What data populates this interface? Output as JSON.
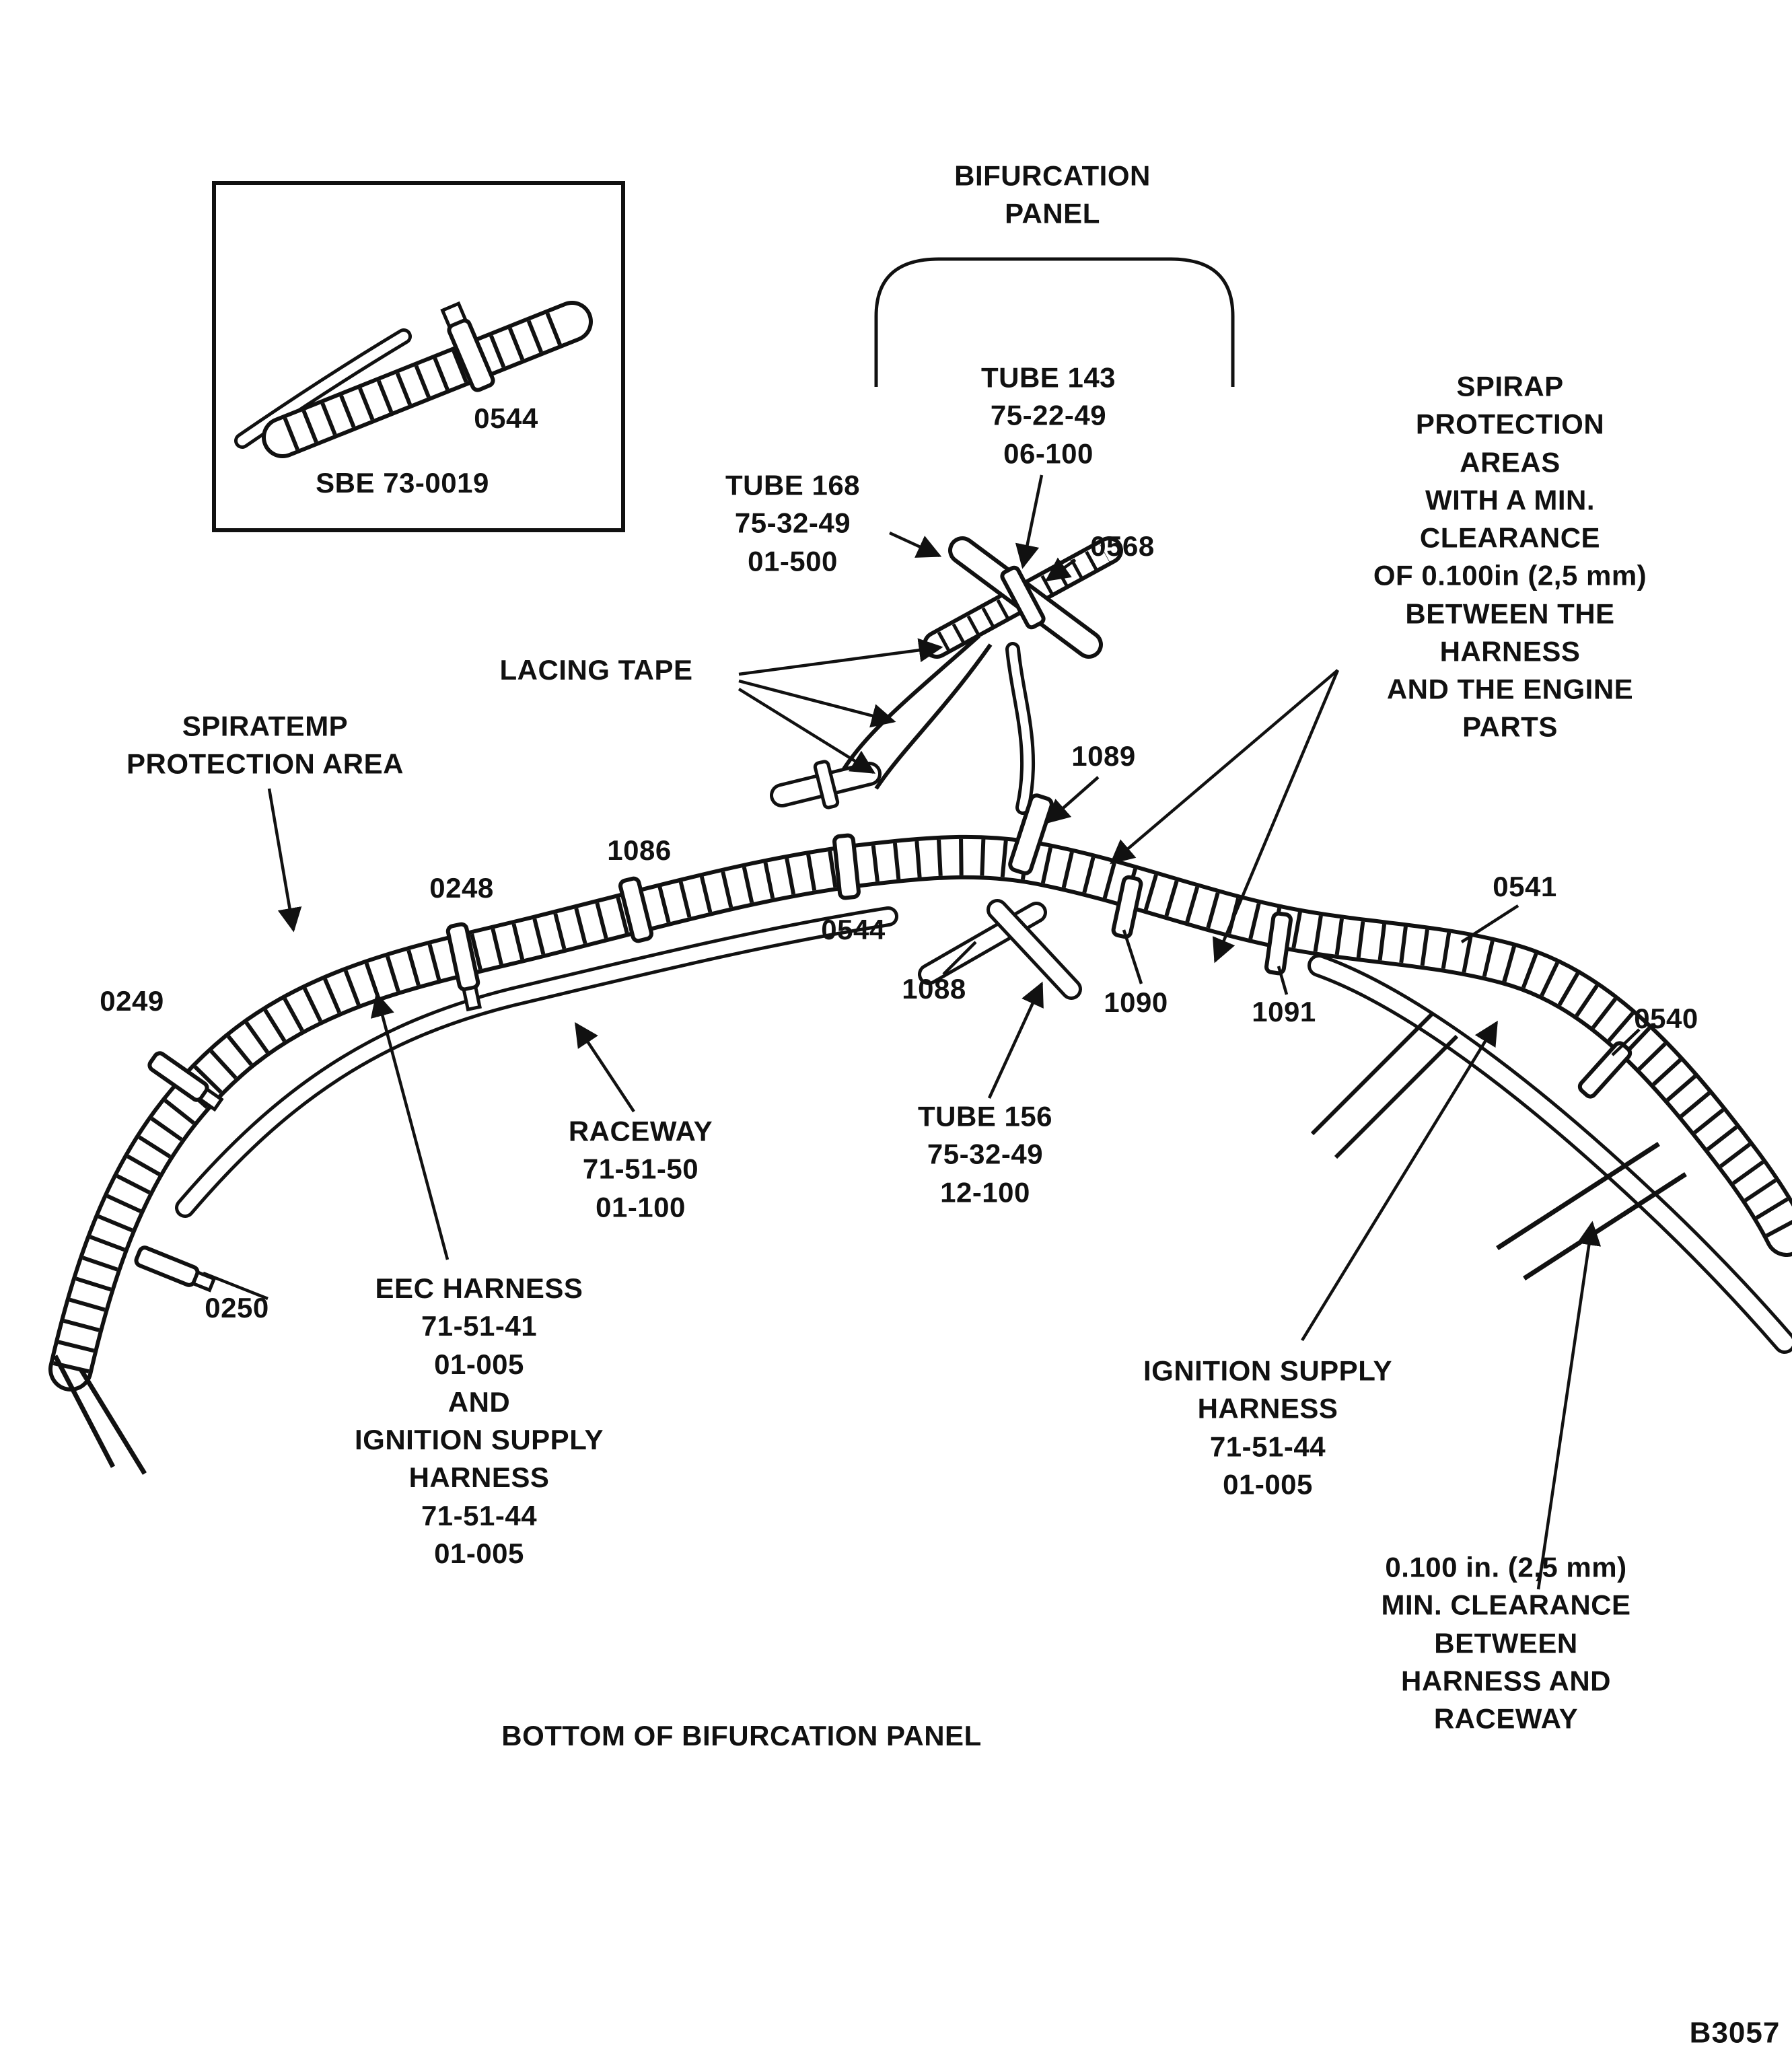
{
  "figure": {
    "caption": "BOTTOM OF BIFURCATION PANEL",
    "code": "B3057"
  },
  "inset": {
    "part": "0544",
    "ref": "SBE 73-0019"
  },
  "labels": {
    "bifurcation_panel": "BIFURCATION\nPANEL",
    "tube_143": "TUBE 143\n75-22-49\n06-100",
    "tube_168": "TUBE 168\n75-32-49\n01-500",
    "spirap_note": "SPIRAP PROTECTION AREAS\nWITH A MIN. CLEARANCE\nOF 0.100in (2,5 mm)\nBETWEEN THE HARNESS\nAND THE ENGINE PARTS",
    "lacing_tape": "LACING TAPE",
    "spiratemp": "SPIRATEMP\nPROTECTION AREA",
    "raceway": "RACEWAY\n71-51-50\n01-100",
    "tube_156": "TUBE 156\n75-32-49\n12-100",
    "eec_harness": "EEC HARNESS\n71-51-41\n01-005\nAND\nIGNITION SUPPLY\nHARNESS\n71-51-44\n01-005",
    "ignition_supply": "IGNITION SUPPLY\nHARNESS\n71-51-44\n01-005",
    "min_clearance": "0.100 in. (2,5 mm)\nMIN. CLEARANCE BETWEEN\nHARNESS AND RACEWAY",
    "parts": {
      "p0568": "0568",
      "p1089": "1089",
      "p1086": "1086",
      "p0248": "0248",
      "p0544": "0544",
      "p0541": "0541",
      "p0249": "0249",
      "p1088": "1088",
      "p1090": "1090",
      "p1091": "1091",
      "p0540": "0540",
      "p0250": "0250"
    }
  }
}
